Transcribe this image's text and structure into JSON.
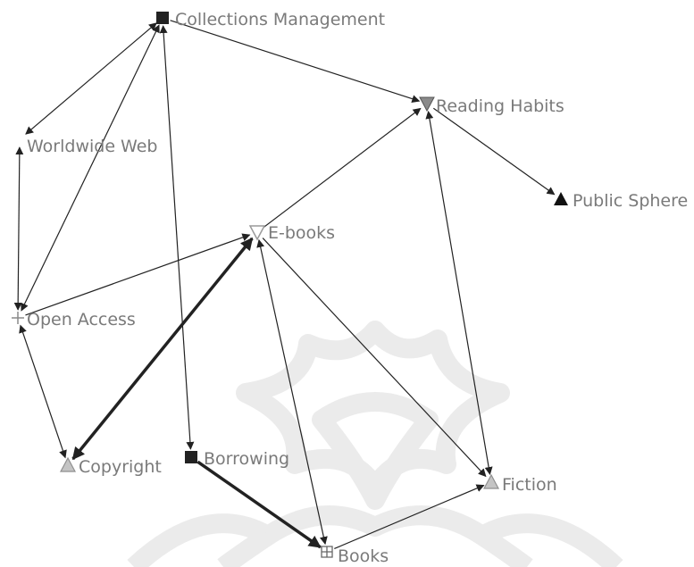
{
  "network": {
    "nodes": [
      {
        "id": "collections",
        "label": "Collections Management",
        "shape": "square-filled",
        "color": "#222222"
      },
      {
        "id": "reading",
        "label": "Reading Habits",
        "shape": "triangle-down",
        "color": "#8a8a8a"
      },
      {
        "id": "worldwide",
        "label": "Worldwide Web",
        "shape": "none",
        "color": "#8a8a8a"
      },
      {
        "id": "public",
        "label": "Public Sphere",
        "shape": "triangle-filled",
        "color": "#111111"
      },
      {
        "id": "ebooks",
        "label": "E-books",
        "shape": "triangle-down-outline",
        "color": "#9a9a9a"
      },
      {
        "id": "openaccess",
        "label": "Open Access",
        "shape": "plus",
        "color": "#8a8a8a"
      },
      {
        "id": "copyright",
        "label": "Copyright",
        "shape": "triangle-grey",
        "color": "#8f8f8f"
      },
      {
        "id": "borrowing",
        "label": "Borrowing",
        "shape": "square-filled",
        "color": "#222222"
      },
      {
        "id": "fiction",
        "label": "Fiction",
        "shape": "triangle-grey",
        "color": "#8f8f8f"
      },
      {
        "id": "books",
        "label": "Books",
        "shape": "square-grid",
        "color": "#666666"
      }
    ],
    "edges": [
      {
        "from": "collections",
        "to": "reading",
        "directed": "forward",
        "weight": "thin"
      },
      {
        "from": "collections",
        "to": "worldwide",
        "directed": "both",
        "weight": "thin"
      },
      {
        "from": "collections",
        "to": "openaccess",
        "directed": "both",
        "weight": "thin"
      },
      {
        "from": "collections",
        "to": "borrowing",
        "directed": "both",
        "weight": "thin"
      },
      {
        "from": "worldwide",
        "to": "openaccess",
        "directed": "both",
        "weight": "thin"
      },
      {
        "from": "reading",
        "to": "public",
        "directed": "forward",
        "weight": "thin"
      },
      {
        "from": "ebooks",
        "to": "reading",
        "directed": "forward",
        "weight": "thin"
      },
      {
        "from": "reading",
        "to": "fiction",
        "directed": "both",
        "weight": "thin"
      },
      {
        "from": "openaccess",
        "to": "ebooks",
        "directed": "forward",
        "weight": "thin"
      },
      {
        "from": "openaccess",
        "to": "copyright",
        "directed": "both",
        "weight": "thin"
      },
      {
        "from": "copyright",
        "to": "ebooks",
        "directed": "both",
        "weight": "thick"
      },
      {
        "from": "ebooks",
        "to": "books",
        "directed": "both",
        "weight": "thin"
      },
      {
        "from": "ebooks",
        "to": "fiction",
        "directed": "forward",
        "weight": "thin"
      },
      {
        "from": "borrowing",
        "to": "books",
        "directed": "forward",
        "weight": "thick"
      },
      {
        "from": "books",
        "to": "fiction",
        "directed": "forward",
        "weight": "thin"
      }
    ]
  }
}
